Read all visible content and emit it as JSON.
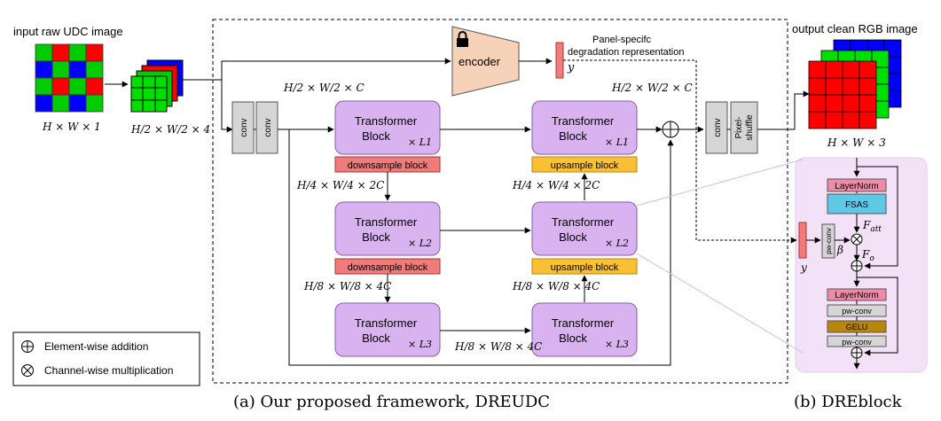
{
  "input": {
    "title": "input raw UDC image",
    "size": "H × W × 1",
    "packed_size": "H/2 × W/2 × 4"
  },
  "output": {
    "title": "output clean RGB image",
    "size": "H × W × 3"
  },
  "encoder": {
    "label": "encoder"
  },
  "degradation": {
    "line1": "Panel-specifc",
    "line2": "degradation representation",
    "symbol": "y"
  },
  "convs": {
    "conv": "conv",
    "pixel_shuffle_line1": "Pixel-",
    "pixel_shuffle_line2": "shuffle"
  },
  "blocks": {
    "line1": "Transformer",
    "line2": "Block",
    "mult": [
      "× L1",
      "× L2",
      "× L3"
    ]
  },
  "downsample": "downsample block",
  "upsample": "upsample block",
  "dims": {
    "level1": "H/2 × W/2 × C",
    "level2": "H/4 × W/4 × 2C",
    "level3": "H/8 × W/8 × 4C"
  },
  "dre": {
    "layernorm": "LayerNorm",
    "fsas": "FSAS",
    "pwconv": "pw-conv",
    "gelu": "GELU",
    "f_att": "F_att",
    "f_o": "F_o",
    "beta": "β",
    "y": "y"
  },
  "legend": {
    "add": "Element-wise addition",
    "mult": "Channel-wise multiplication"
  },
  "captions": {
    "a": "(a) Our proposed framework, DREUDC",
    "b": "(b) DREblock"
  },
  "colors": {
    "block_fill": "#d9b3ef",
    "block_stroke": "#8a5aa8",
    "downsample": "#f07b7b",
    "upsample": "#f9c033",
    "encoder": "#f6d3b8",
    "conv": "#d6d6d6",
    "dre_bg": "#f2e1f7",
    "layernorm": "#f08aa8",
    "fsas": "#5ec8e6",
    "gelu": "#b8860b"
  }
}
